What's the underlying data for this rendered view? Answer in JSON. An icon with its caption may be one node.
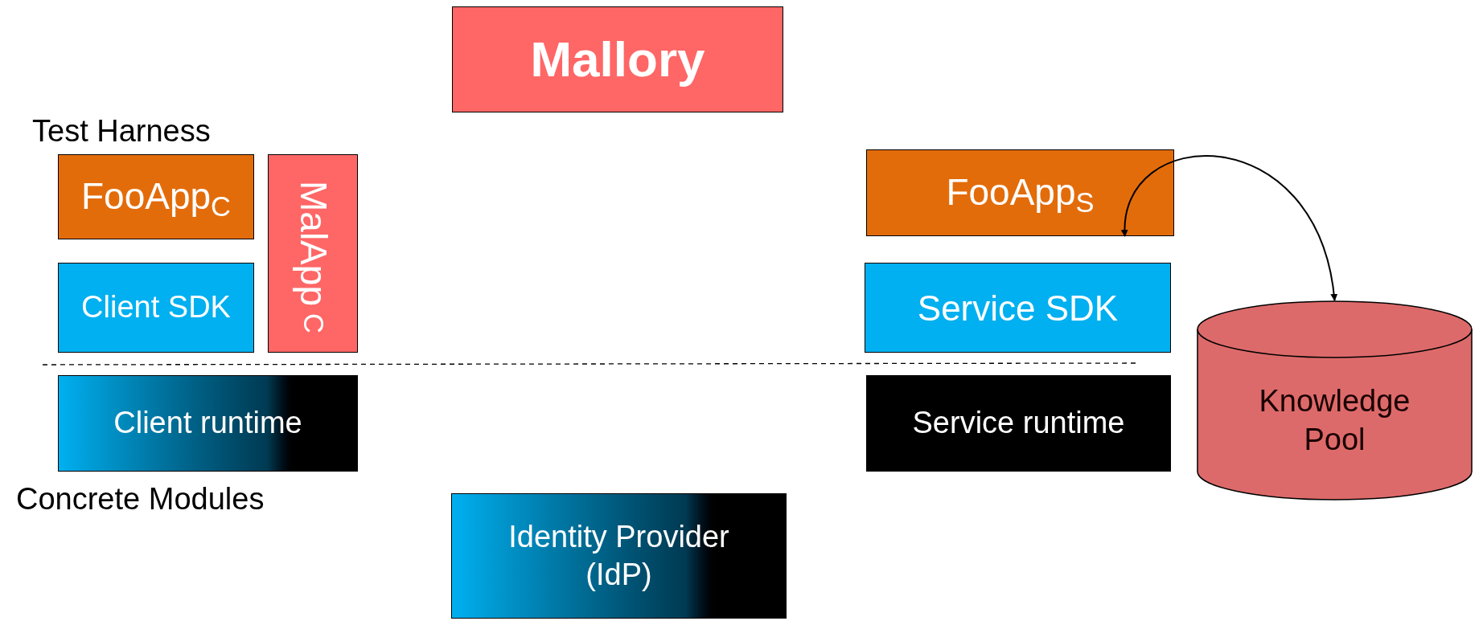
{
  "diagram": {
    "nodes": [
      {
        "text": [
          "Mallory"
        ]
      },
      {
        "text": [
          "FooApp$_{C}$"
        ]
      },
      {
        "text": [
          "MalApp$_{C}$"
        ]
      },
      {
        "text": [
          "Client SDK"
        ]
      },
      {
        "text": [
          "Client runtime"
        ]
      },
      {
        "text": [
          "Identity Provider (IdP)"
        ]
      },
      {
        "text": [
          "FooApp$_{S}$"
        ]
      },
      {
        "text": [
          "Service SDK"
        ]
      },
      {
        "text": [
          "Service runtime"
        ]
      },
      {
        "text": [
          "Knowledge Pool"
        ]
      }
    ],
    "edges": [
      {
        "from": 6,
        "to": 9,
        "arrow": "both"
      }
    ],
    "labels": [
      "Test Harness",
      "Concrete Modules"
    ]
  }
}
